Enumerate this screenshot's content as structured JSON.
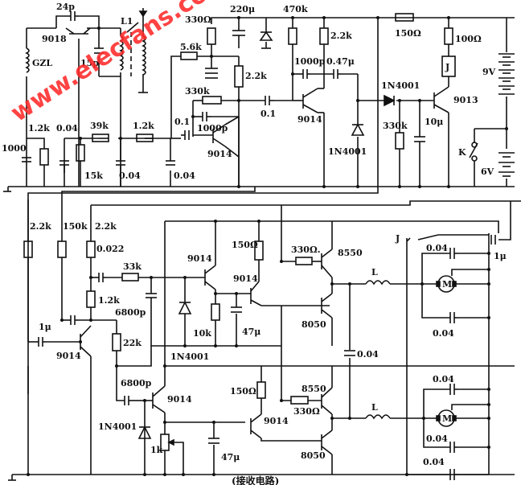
{
  "title": "(接收电路)",
  "watermark": "www.elecfans.com",
  "colors": {
    "ink": "#111111",
    "watermark": "#ff2a2a",
    "background": "#ffffff"
  },
  "receiver_front_end": {
    "oscillator_transistor": "9018",
    "feedback_cap": "24p",
    "tank_cap": "15p",
    "tank_inductor": "L1",
    "choke": "GZL",
    "bypass_cap": "1000",
    "filter": {
      "r1": "1.2k",
      "c1": "0.04",
      "r2": "39k",
      "r3": "15k",
      "c2": "0.04",
      "r4": "1.2k",
      "c3": "0.04",
      "c_couple": "0.1"
    },
    "supply_r": "330Ω",
    "supply_cap": "220μ",
    "decouple_r": "5.6k",
    "amp1": {
      "transistor": "9014",
      "bias_r": "330k",
      "collector_r": "2.2k",
      "feedback_cap": "1000p",
      "coupling_cap": "0.1"
    },
    "amp2": {
      "transistor": "9014",
      "bias_r": "470k",
      "collector_r": "2.2k",
      "cap1": "1000p",
      "cap2": "0.47μ"
    },
    "diode1": "1N4001",
    "diode2": "1N4001"
  },
  "relay_driver": {
    "series_r": "150Ω",
    "relay_r": "100Ω",
    "relay": "J",
    "transistor": "9013",
    "hold_r": "330k",
    "hold_cap": "10μ",
    "battery_high": "9V",
    "battery_low": "6V",
    "switch": "K"
  },
  "decoder": {
    "r_a": "2.2k",
    "r_b": "150k",
    "r_c": "2.2k",
    "cap_a": "0.022",
    "r_series": "33k",
    "r_emitter": "1.2k",
    "cap_b": "6800p",
    "input_cap": "1μ",
    "transistor": "9014",
    "r_load": "22k",
    "diode": "1N4001",
    "cap_c": "6800p"
  },
  "motor_driver_top": {
    "q1": "9014",
    "q2": "9014",
    "r_coll": "150Ω",
    "r_emit": "10k",
    "cap": "47μ",
    "r_base": "330Ω.",
    "pnp": "8550",
    "npn": "8050",
    "inductor": "L",
    "contact_label": "J",
    "motor_caps": [
      "0.04",
      "0.04"
    ],
    "relay_cap": "1μ",
    "motor": "M"
  },
  "motor_driver_bottom": {
    "q1": "9014",
    "q2": "9014",
    "diode": "1N4001",
    "pot": "1k",
    "r_coll": "150Ω",
    "cap": "47μ",
    "r_base": "330Ω",
    "pnp": "8550",
    "npn": "8050",
    "inductor": "L",
    "coupling_cap": "0.04",
    "motor_caps": [
      "0.04",
      "0.04",
      "0.04"
    ],
    "motor": "M"
  }
}
